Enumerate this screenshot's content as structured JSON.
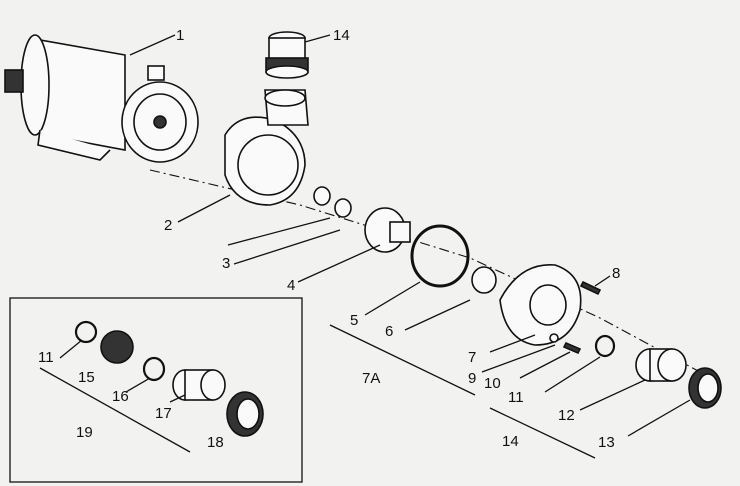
{
  "callouts": [
    {
      "id": "c1",
      "text": "1"
    },
    {
      "id": "c2",
      "text": "2"
    },
    {
      "id": "c3",
      "text": "3"
    },
    {
      "id": "c4",
      "text": "4"
    },
    {
      "id": "c5",
      "text": "5"
    },
    {
      "id": "c6",
      "text": "6"
    },
    {
      "id": "c7",
      "text": "7"
    },
    {
      "id": "c7a",
      "text": "7A"
    },
    {
      "id": "c8",
      "text": "8"
    },
    {
      "id": "c9",
      "text": "9"
    },
    {
      "id": "c10",
      "text": "10"
    },
    {
      "id": "c11",
      "text": "11"
    },
    {
      "id": "c12",
      "text": "12"
    },
    {
      "id": "c13",
      "text": "13"
    },
    {
      "id": "c14",
      "text": "14"
    },
    {
      "id": "c14b",
      "text": "14"
    },
    {
      "id": "c11b",
      "text": "11"
    },
    {
      "id": "c15",
      "text": "15"
    },
    {
      "id": "c16",
      "text": "16"
    },
    {
      "id": "c17",
      "text": "17"
    },
    {
      "id": "c18",
      "text": "18"
    },
    {
      "id": "c19",
      "text": "19"
    }
  ]
}
